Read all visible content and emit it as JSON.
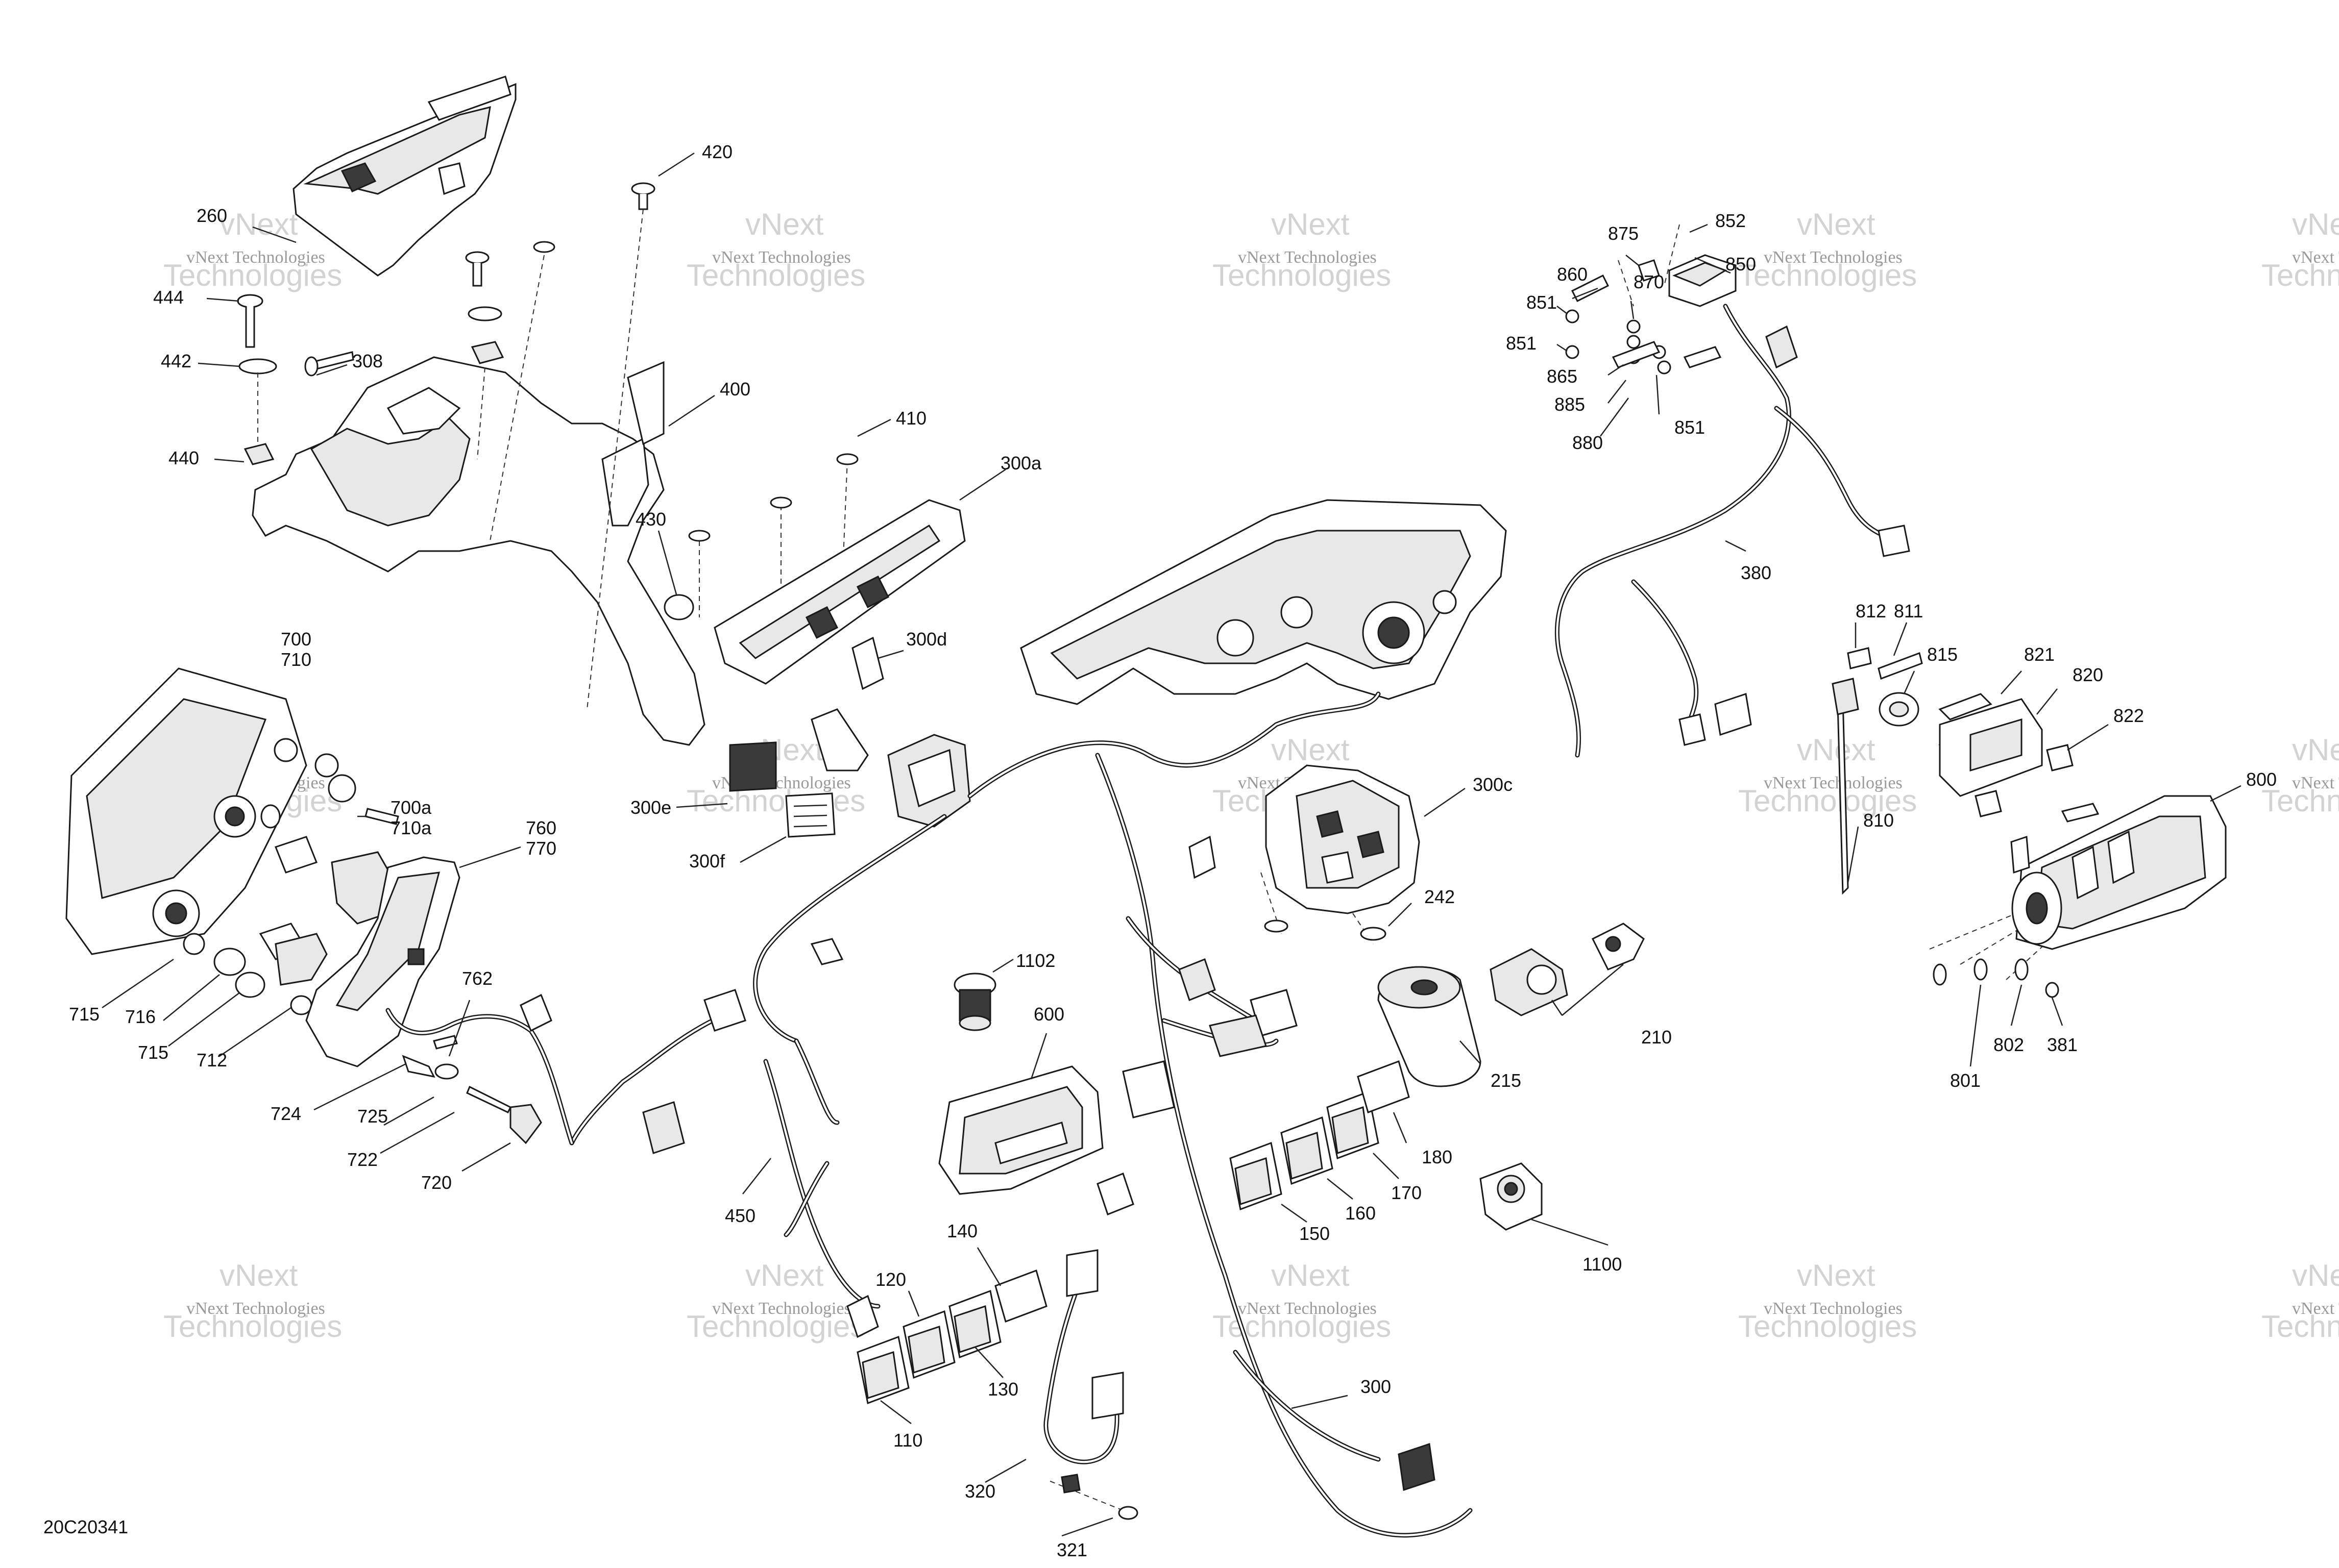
{
  "sheet_id": "20C20341",
  "watermark": {
    "line1": "vNext",
    "line2": "Technologies",
    "small": "vNext Technologies"
  },
  "labels": [
    {
      "id": "260",
      "text": "260"
    },
    {
      "id": "420",
      "text": "420"
    },
    {
      "id": "444",
      "text": "444"
    },
    {
      "id": "308",
      "text": "308"
    },
    {
      "id": "442",
      "text": "442"
    },
    {
      "id": "440",
      "text": "440"
    },
    {
      "id": "400",
      "text": "400"
    },
    {
      "id": "410",
      "text": "410"
    },
    {
      "id": "300a",
      "text": "300a"
    },
    {
      "id": "430",
      "text": "430"
    },
    {
      "id": "300d",
      "text": "300d"
    },
    {
      "id": "700",
      "text": "700"
    },
    {
      "id": "710",
      "text": "710"
    },
    {
      "id": "700a",
      "text": "700a"
    },
    {
      "id": "710a",
      "text": "710a"
    },
    {
      "id": "760",
      "text": "760"
    },
    {
      "id": "770",
      "text": "770"
    },
    {
      "id": "300e",
      "text": "300e"
    },
    {
      "id": "300f",
      "text": "300f"
    },
    {
      "id": "715a",
      "text": "715"
    },
    {
      "id": "716",
      "text": "716"
    },
    {
      "id": "715b",
      "text": "715"
    },
    {
      "id": "712",
      "text": "712"
    },
    {
      "id": "762",
      "text": "762"
    },
    {
      "id": "724",
      "text": "724"
    },
    {
      "id": "725",
      "text": "725"
    },
    {
      "id": "722",
      "text": "722"
    },
    {
      "id": "720",
      "text": "720"
    },
    {
      "id": "1102",
      "text": "1102"
    },
    {
      "id": "600",
      "text": "600"
    },
    {
      "id": "450",
      "text": "450"
    },
    {
      "id": "140",
      "text": "140"
    },
    {
      "id": "120",
      "text": "120"
    },
    {
      "id": "130",
      "text": "130"
    },
    {
      "id": "110",
      "text": "110"
    },
    {
      "id": "320",
      "text": "320"
    },
    {
      "id": "321",
      "text": "321"
    },
    {
      "id": "300",
      "text": "300"
    },
    {
      "id": "300c",
      "text": "300c"
    },
    {
      "id": "242",
      "text": "242"
    },
    {
      "id": "215",
      "text": "215"
    },
    {
      "id": "210",
      "text": "210"
    },
    {
      "id": "180",
      "text": "180"
    },
    {
      "id": "170",
      "text": "170"
    },
    {
      "id": "160",
      "text": "160"
    },
    {
      "id": "150",
      "text": "150"
    },
    {
      "id": "1100",
      "text": "1100"
    },
    {
      "id": "875",
      "text": "875"
    },
    {
      "id": "852",
      "text": "852"
    },
    {
      "id": "850",
      "text": "850"
    },
    {
      "id": "860",
      "text": "860"
    },
    {
      "id": "870",
      "text": "870"
    },
    {
      "id": "851a",
      "text": "851"
    },
    {
      "id": "851b",
      "text": "851"
    },
    {
      "id": "865",
      "text": "865"
    },
    {
      "id": "885",
      "text": "885"
    },
    {
      "id": "880",
      "text": "880"
    },
    {
      "id": "851c",
      "text": "851"
    },
    {
      "id": "380",
      "text": "380"
    },
    {
      "id": "812",
      "text": "812"
    },
    {
      "id": "811",
      "text": "811"
    },
    {
      "id": "815",
      "text": "815"
    },
    {
      "id": "821",
      "text": "821"
    },
    {
      "id": "820",
      "text": "820"
    },
    {
      "id": "822",
      "text": "822"
    },
    {
      "id": "800",
      "text": "800"
    },
    {
      "id": "810",
      "text": "810"
    },
    {
      "id": "801",
      "text": "801"
    },
    {
      "id": "802",
      "text": "802"
    },
    {
      "id": "381",
      "text": "381"
    }
  ]
}
